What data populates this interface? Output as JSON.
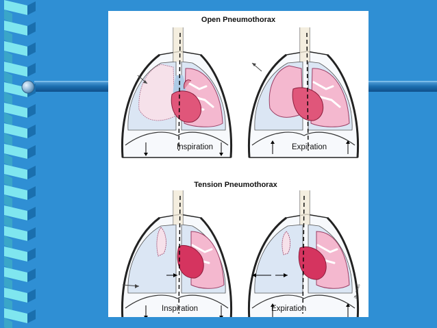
{
  "slide": {
    "panels": [
      {
        "title": "Open Pneumothorax",
        "left_label": "Inspiration",
        "right_label": "Expiration"
      },
      {
        "title": "Tension Pneumothorax",
        "left_label": "Inspiration",
        "right_label": "Expiration"
      }
    ],
    "signature": "jfk. Jones"
  },
  "colors": {
    "background": "#2f8fd4",
    "spiral_light": "#7fe6ef",
    "spiral_dark": "#1a6fae",
    "bar": "#1d6fb0",
    "lung": "#f4b8cf",
    "lung_collapsed": "#f6e1ea",
    "heart": "#d5345f",
    "pleural_space": "#dbe6f4",
    "mediastinum": "#aecbe6"
  }
}
